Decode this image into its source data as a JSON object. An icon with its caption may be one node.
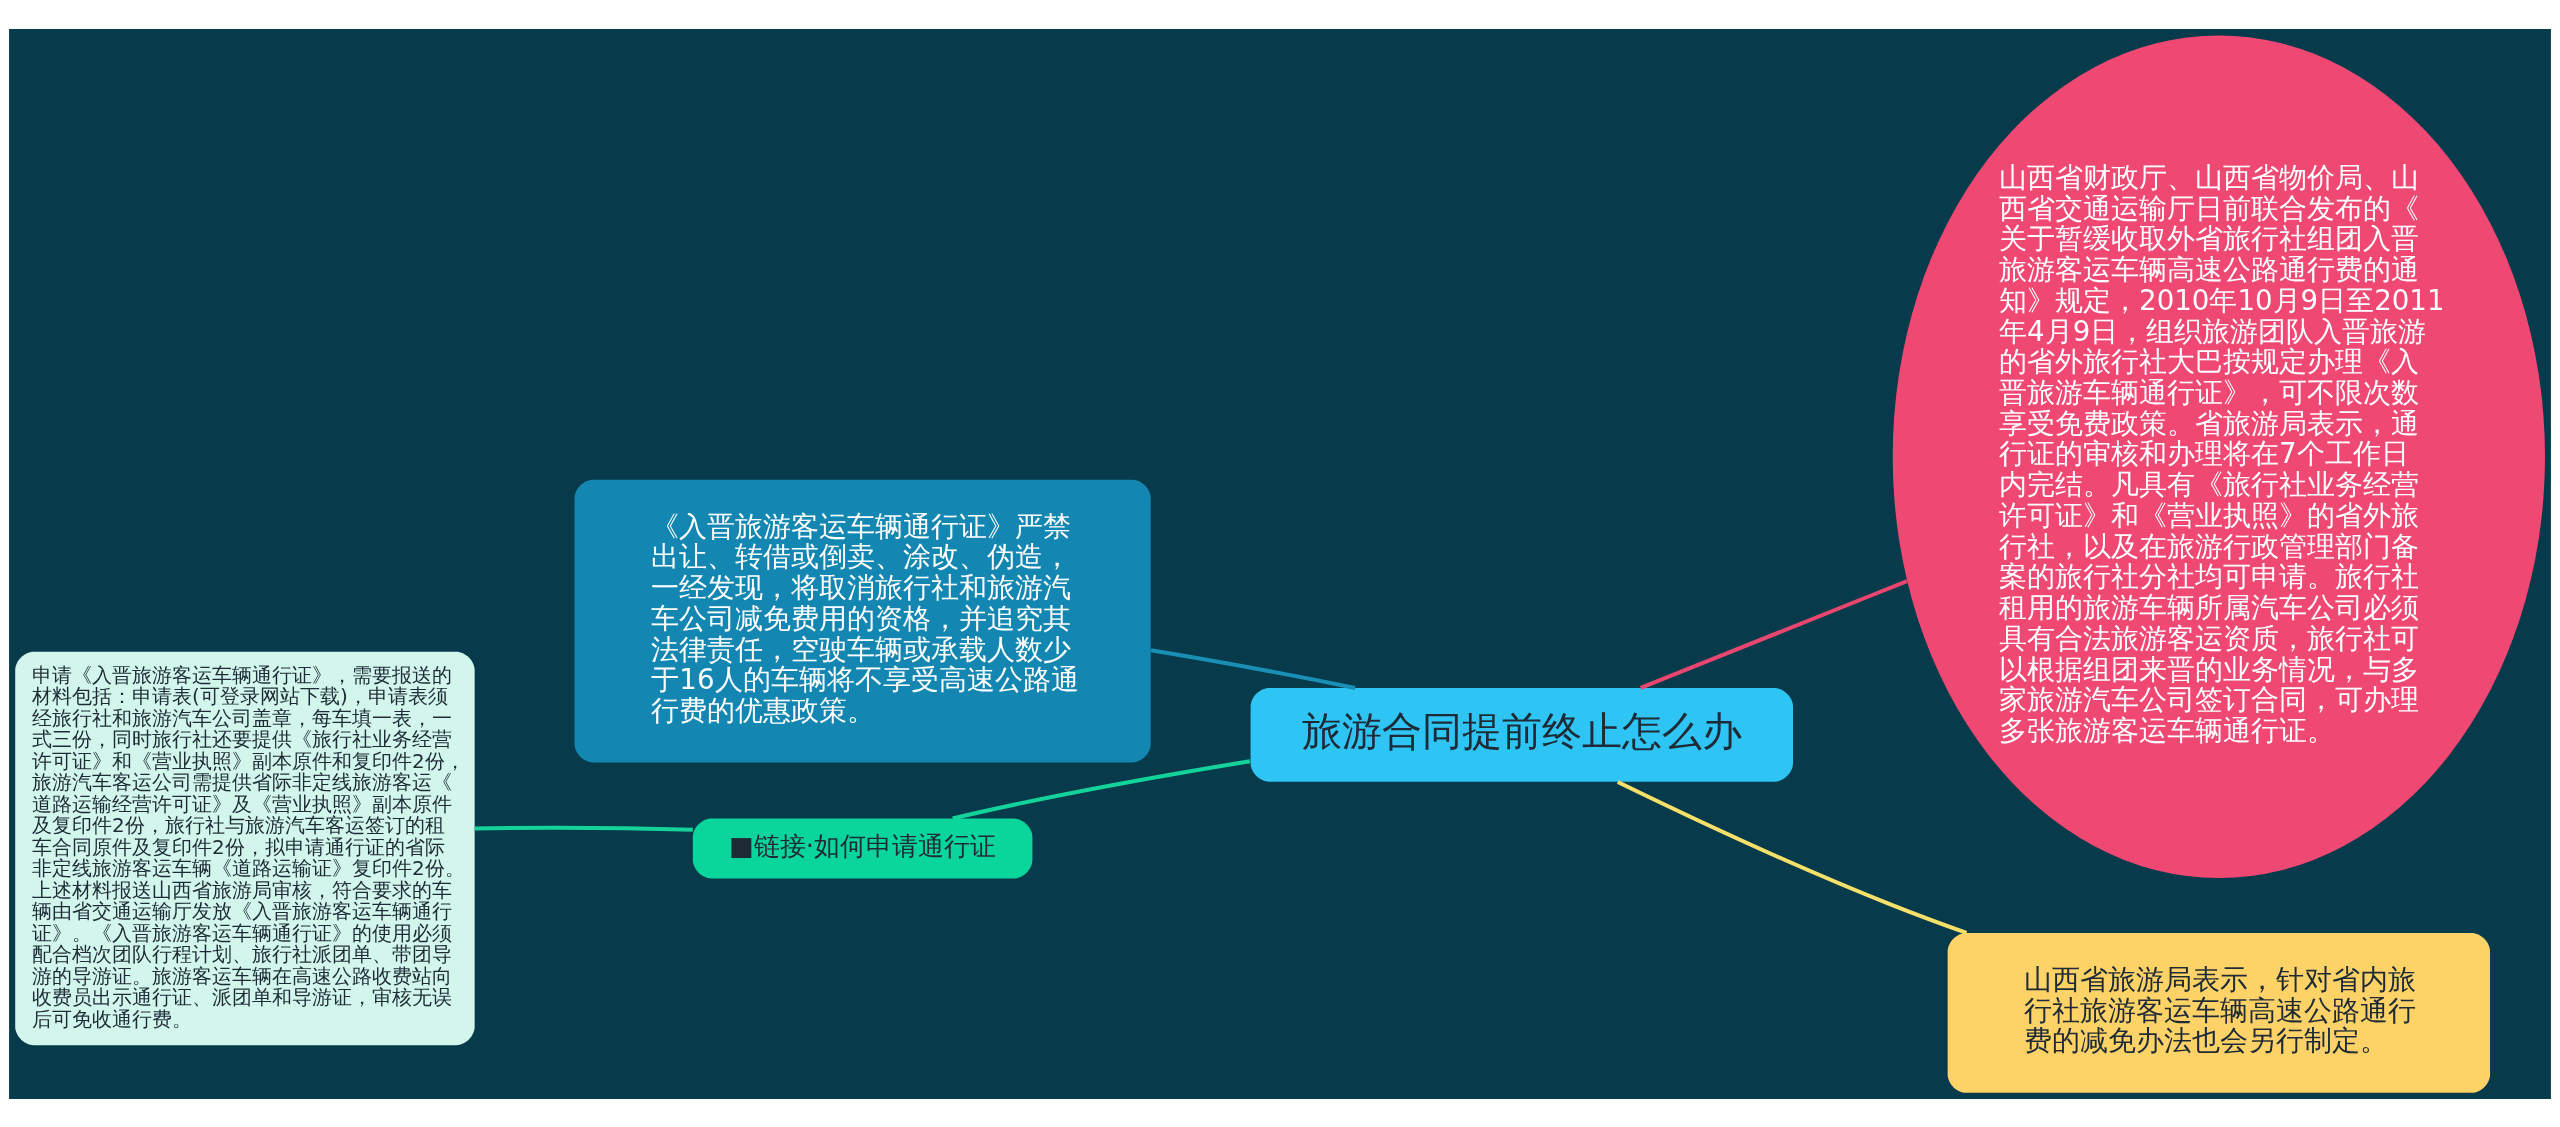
{
  "diagram": {
    "nodes": [
      {
        "text": [
          "旅游合同提前终止怎么办"
        ]
      },
      {
        "text": [
          "《入晋旅游客运车辆通行证》严禁出让、转借或倒卖、涂改、伪造，一经发现，将取消旅行社和旅游汽车公司减免费用的资格，并追究其法律责任，空驶车辆或承载人数少于16人的车辆将不享受高速公路通行费的优惠政策。"
        ]
      },
      {
        "text": [
          "山西省财政厅、山西省物价局、山西省交通运输厅日前联合发布的《关于暂缓收取外省旅行社组团入晋旅游客运车辆高速公路通行费的通知》规定，2010年10月9日至2011年4月9日，组织旅游团队入晋旅游的省外旅行社大巴按规定办理《入晋旅游车辆通行证》，可不限次数享受免费政策。省旅游局表示，通行证的审核和办理将在7个工作日内完结。凡具有《旅行社业务经营许可证》和《营业执照》的省外旅行社，以及在旅游行政管理部门备案的旅行社分社均可申请。旅行社租用的旅游车辆所属汽车公司必须具有合法旅游客运资质，旅行社可以根据组团来晋的业务情况，与多家旅游汽车公司签订合同，可办理多张旅游客运车辆通行证。"
        ]
      },
      {
        "text": [
          "■链接·如何申请通行证"
        ]
      },
      {
        "text": [
          "申请《入晋旅游客运车辆通行证》，需要报送的材料包括：申请表(可登录网站下载)，申请表须经旅行社和旅游汽车公司盖章，每车填一表，一式三份，同时旅行社还要提供《旅行社业务经营许可证》和《营业执照》副本原件和复印件2份，旅游汽车客运公司需提供省际非定线旅游客运《道路运输经营许可证》及《营业执照》副本原件及复印件2份，旅行社与旅游汽车客运签订的租车合同原件及复印件2份，拟申请通行证的省际非定线旅游客运车辆《道路运输证》复印件2份。上述材料报送山西省旅游局审核，符合要求的车辆由省交通运输厅发放《入晋旅游客运车辆通行证》。《入晋旅游客运车辆通行证》的使用必须配合档次团队行程计划、旅行社派团单、带团导游的导游证。旅游客运车辆在高速公路收费站向收费员出示通行证、派团单和导游证，审核无误后可免收通行费。"
        ]
      },
      {
        "text": [
          "山西省旅游局表示，针对省内旅行社旅游客运车辆高速公路通行费的减免办法也会另行制定。"
        ]
      }
    ],
    "edges": [
      {
        "from": 0,
        "to": 1,
        "arrow": "none",
        "color": "#1a8fb5"
      },
      {
        "from": 0,
        "to": 2,
        "arrow": "none",
        "color": "#e8466e"
      },
      {
        "from": 0,
        "to": 3,
        "arrow": "none",
        "color": "#13d39b"
      },
      {
        "from": 3,
        "to": 4,
        "arrow": "none",
        "color": "#13d39b"
      },
      {
        "from": 0,
        "to": 5,
        "arrow": "none",
        "color": "#f5e06a"
      }
    ]
  }
}
